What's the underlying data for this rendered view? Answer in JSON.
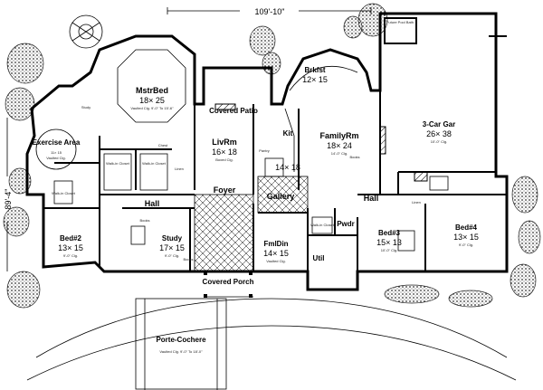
{
  "overall": {
    "width": "109'-10\"",
    "depth": "89'-4\""
  },
  "rooms": {
    "mstrbed": {
      "name": "MstrBed",
      "size": "18× 25",
      "note": "Vaulted Clg. 9'-0\" To 15'-6\""
    },
    "covered_patio": {
      "name": "Covered Patio"
    },
    "brkfst": {
      "name": "Brkfst",
      "size": "12× 15"
    },
    "garage": {
      "name": "3-Car Gar",
      "size": "26× 38",
      "note": "10'-0\" Clg."
    },
    "exercise": {
      "name": "Exercise Area",
      "size": "11× 15",
      "note": "Vaulted Clg."
    },
    "livrm": {
      "name": "LivRm",
      "size": "16× 18",
      "note": "Boxed Clg."
    },
    "kit": {
      "name": "Kit",
      "size": "14× 18"
    },
    "familyrm": {
      "name": "FamilyRm",
      "size": "18× 24",
      "note": "14'-0\" Clg."
    },
    "hall_left": {
      "name": "Hall"
    },
    "foyer": {
      "name": "Foyer"
    },
    "gallery": {
      "name": "Gallery"
    },
    "hall_right": {
      "name": "Hall"
    },
    "bed2": {
      "name": "Bed#2",
      "size": "13× 15",
      "note": "9'-0\" Clg."
    },
    "study": {
      "name": "Study",
      "size": "17× 15",
      "note": "9'-0\" Clg."
    },
    "fmldin": {
      "name": "FmlDin",
      "size": "14× 15",
      "note": "Vaulted Clg."
    },
    "pwdr": {
      "name": "Pwdr"
    },
    "util": {
      "name": "Util"
    },
    "bed3": {
      "name": "Bed#3",
      "size": "15× 13",
      "note": "10'-0\" Clg."
    },
    "bed4": {
      "name": "Bed#4",
      "size": "13× 15",
      "note": "9'-0\" Clg."
    },
    "covered_porch": {
      "name": "Covered Porch"
    },
    "porte_cochere": {
      "name": "Porte-Cochere",
      "note": "Vaulted Clg. 9'-0\" To 18'-0\""
    }
  },
  "labels": {
    "study_lib": "Study",
    "closet": "Walk-in Closet",
    "pantry": "Pantry",
    "books": "Books",
    "linen": "Linen",
    "chest": "Chest",
    "future_pool_bath": "Future Pool Bath"
  }
}
